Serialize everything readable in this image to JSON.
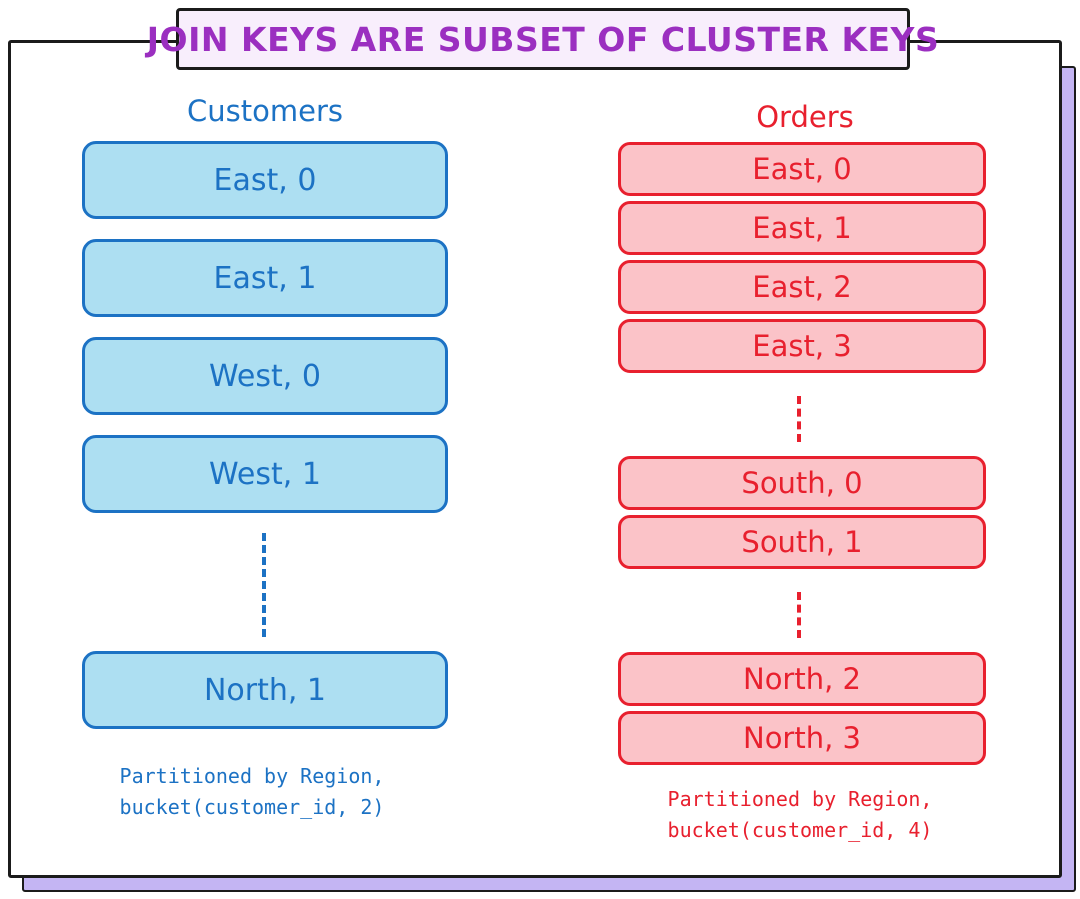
{
  "title": "JOIN KEYS ARE SUBSET OF CLUSTER KEYS",
  "customers": {
    "heading": "Customers",
    "partitions": [
      "East, 0",
      "East, 1",
      "West, 0",
      "West, 1",
      "North, 1"
    ],
    "caption_line1": "Partitioned by Region,",
    "caption_line2": "bucket(customer_id, 2)"
  },
  "orders": {
    "heading": "Orders",
    "partitions": [
      "East, 0",
      "East, 1",
      "East, 2",
      "East, 3",
      "South, 0",
      "South, 1",
      "North, 2",
      "North, 3"
    ],
    "caption_line1": "Partitioned by Region,",
    "caption_line2": "bucket(customer_id, 4)"
  },
  "colors": {
    "customers_accent": "#1c72c4",
    "customers_fill": "#addff2",
    "orders_accent": "#e8202e",
    "orders_fill": "#fbc3c8",
    "title_text": "#9b2fc0",
    "title_fill": "#f8eefc",
    "frame_shadow": "#c4b5f3"
  }
}
